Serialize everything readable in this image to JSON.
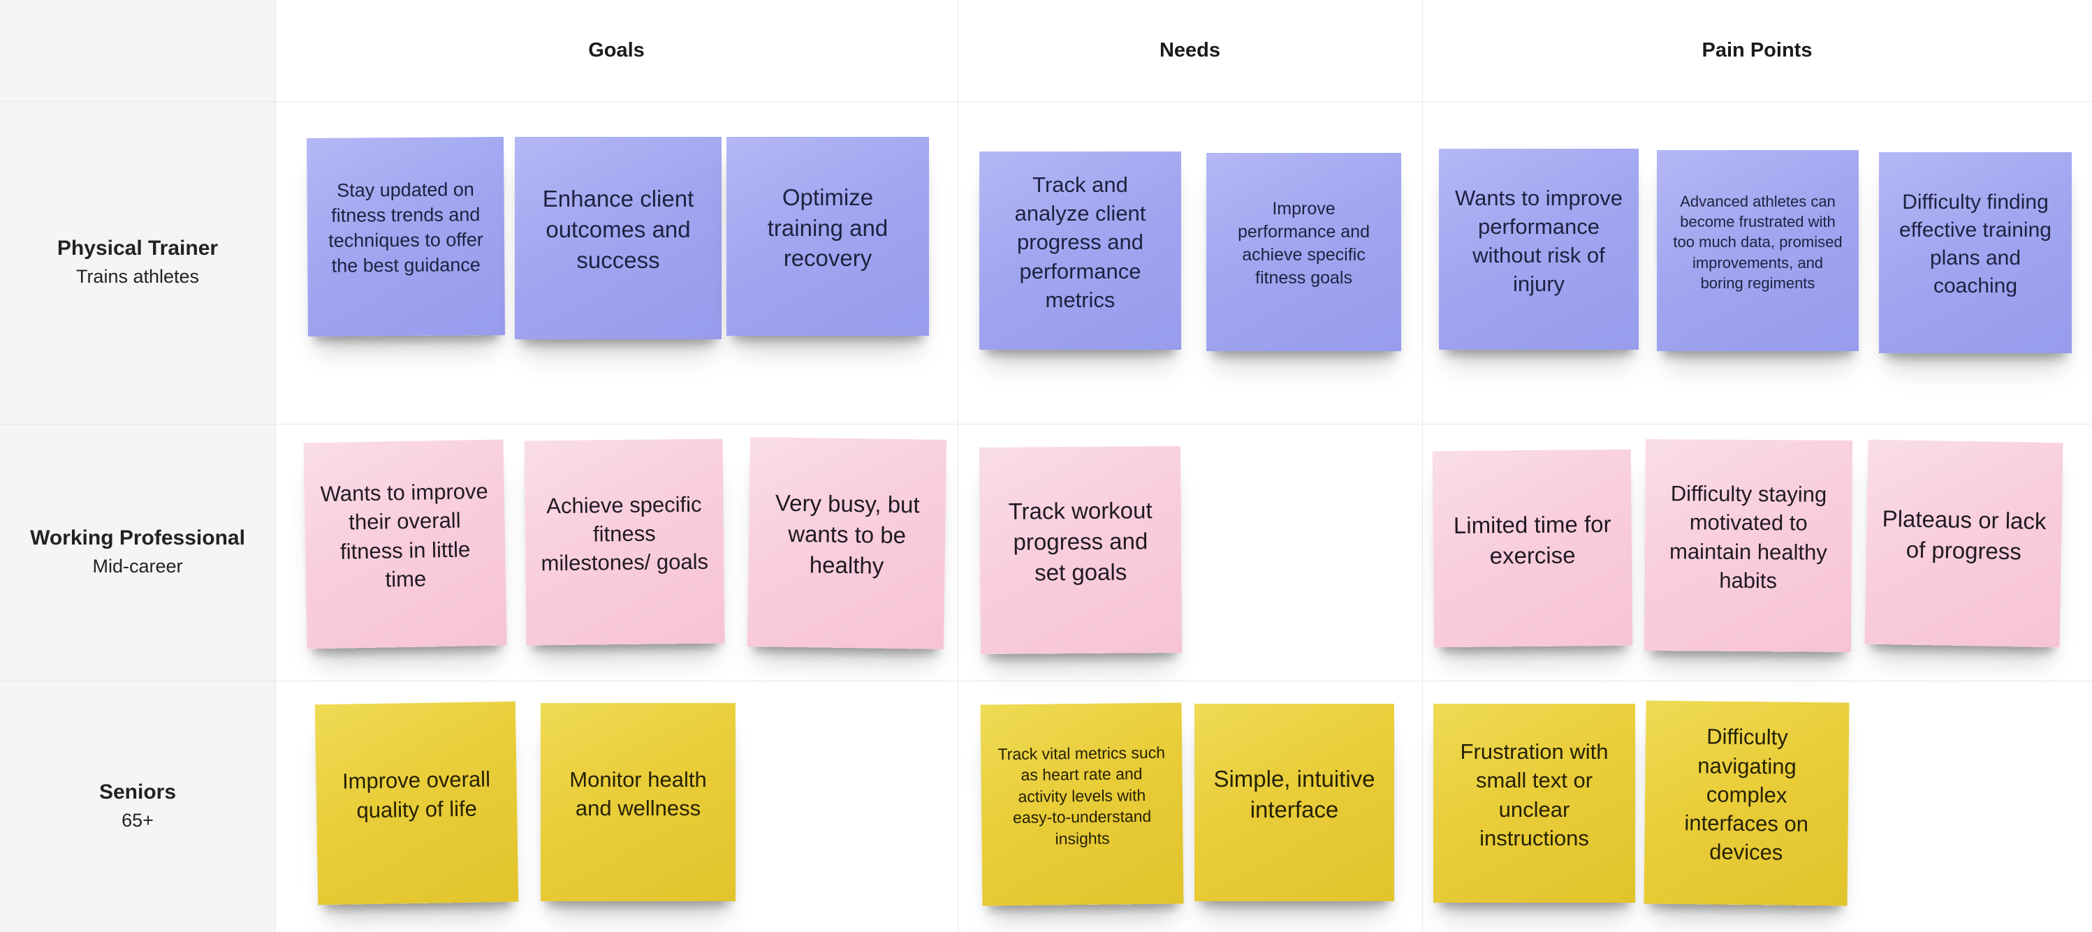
{
  "board": {
    "columns": [
      {
        "label": "Goals"
      },
      {
        "label": "Needs"
      },
      {
        "label": "Pain Points"
      }
    ],
    "palette": {
      "purple": {
        "base": "#a1a6f0",
        "light": "#b4b8f5",
        "dark": "#979ced",
        "text": "#1e2140"
      },
      "pink": {
        "base": "#f9cede",
        "light": "#fadde9",
        "dark": "#f6c3d6",
        "text": "#201a20"
      },
      "yellow": {
        "base": "#e9cd39",
        "light": "#efdb55",
        "dark": "#e2c42c",
        "text": "#262104"
      }
    },
    "grid": {
      "line_color": "#e7e7e7",
      "persona_column_bg": "#f5f5f6"
    },
    "rows": [
      {
        "persona": {
          "name": "Physical Trainer",
          "subtitle": "Trains athletes"
        },
        "color": "purple",
        "cells": {
          "goals": [
            "Stay updated on fitness trends and techniques to offer the best guidance",
            "Enhance client outcomes and success",
            "Optimize training and recovery"
          ],
          "needs": [
            "Track and analyze client progress and performance metrics",
            "Improve performance and achieve specific fitness goals"
          ],
          "pain_points": [
            "Wants to improve performance without risk of injury",
            "Advanced athletes can become frustrated with too much data, promised improvements, and boring regiments",
            "Difficulty finding effective training plans and coaching"
          ]
        }
      },
      {
        "persona": {
          "name": "Working Professional",
          "subtitle": "Mid-career"
        },
        "color": "pink",
        "cells": {
          "goals": [
            "Wants to improve their overall fitness in little time",
            "Achieve specific fitness milestones/ goals",
            "Very busy, but wants to be healthy"
          ],
          "needs": [
            "Track workout progress and set goals"
          ],
          "pain_points": [
            "Limited time for exercise",
            "Difficulty staying motivated to maintain healthy habits",
            "Plateaus or lack of progress"
          ]
        }
      },
      {
        "persona": {
          "name": "Seniors",
          "subtitle": "65+"
        },
        "color": "yellow",
        "cells": {
          "goals": [
            "Improve overall quality of life",
            "Monitor health and wellness"
          ],
          "needs": [
            "Track vital metrics such as heart rate and activity levels with easy-to-understand insights",
            "Simple, intuitive interface"
          ],
          "pain_points": [
            "Frustration with small text or unclear instructions",
            "Difficulty navigating complex interfaces on devices"
          ]
        }
      }
    ]
  }
}
